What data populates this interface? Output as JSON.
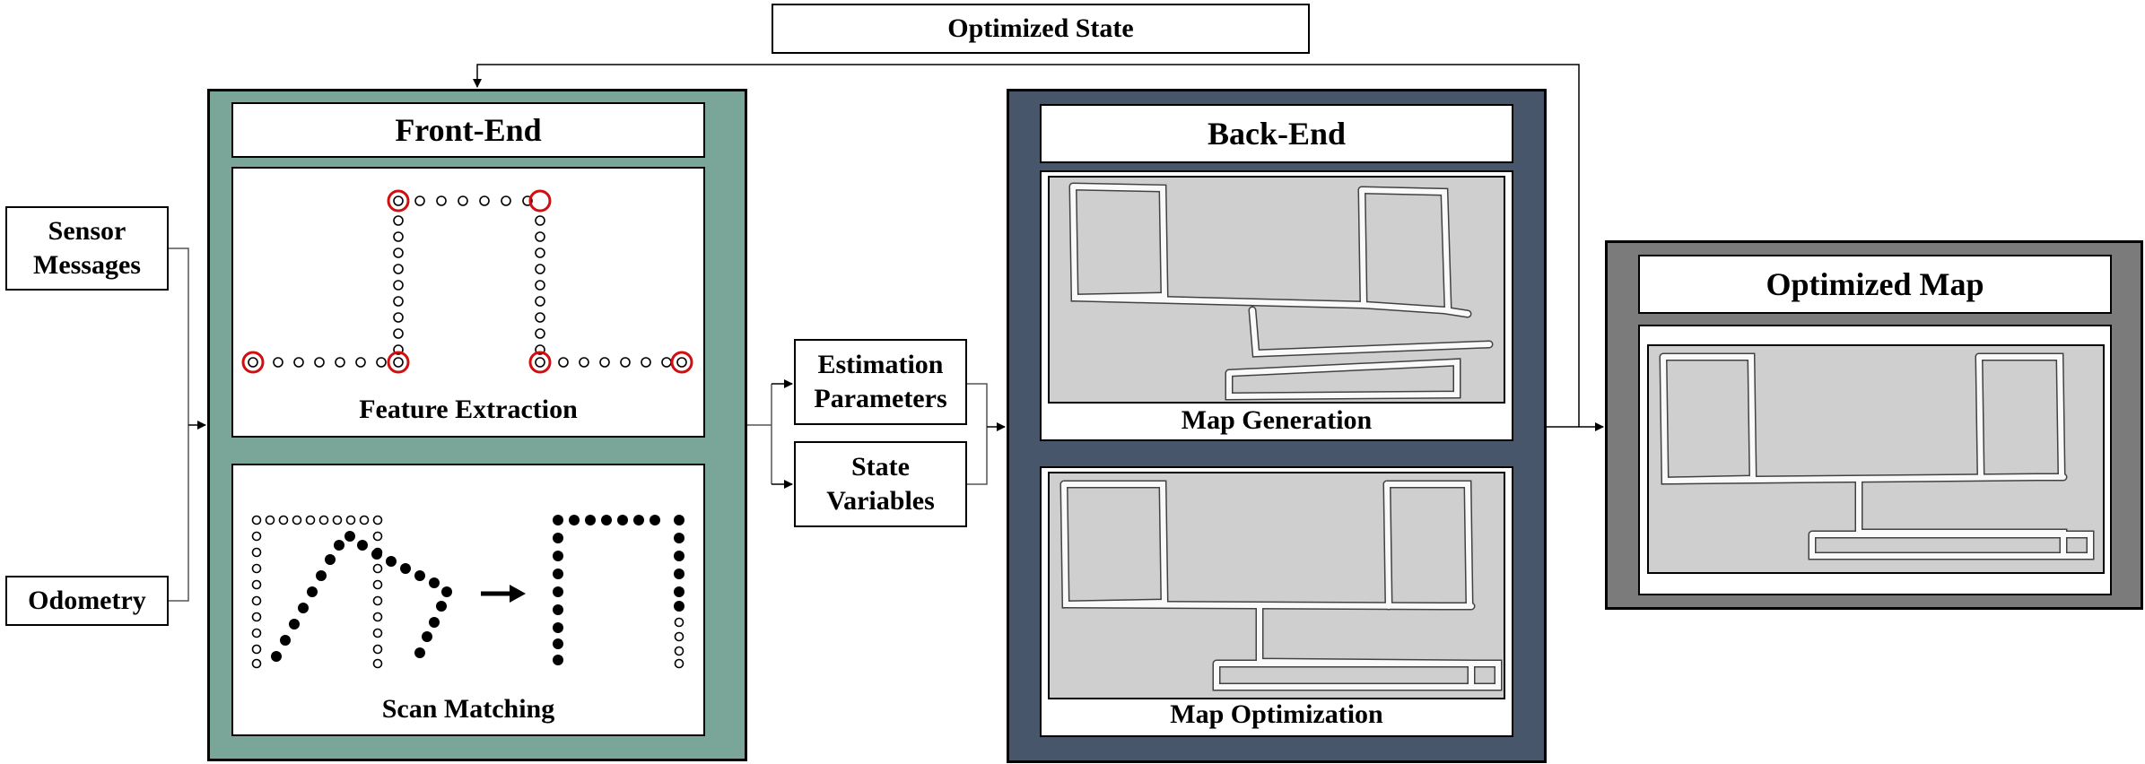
{
  "top_label": "Optimized State",
  "inputs": {
    "sensor": "Sensor Messages",
    "odometry": "Odometry"
  },
  "front_end": {
    "title": "Front-End",
    "feature_caption": "Feature Extraction",
    "scan_caption": "Scan Matching"
  },
  "middle": {
    "estimation": "Estimation Parameters",
    "state": "State Variables"
  },
  "back_end": {
    "title": "Back-End",
    "generation_caption": "Map Generation",
    "optimization_caption": "Map Optimization"
  },
  "output": {
    "title": "Optimized Map"
  },
  "colors": {
    "front_end_bg": "#7aa69a",
    "back_end_bg": "#47566a",
    "optimized_bg": "#7b7b7b",
    "feature_highlight": "#d01010"
  }
}
